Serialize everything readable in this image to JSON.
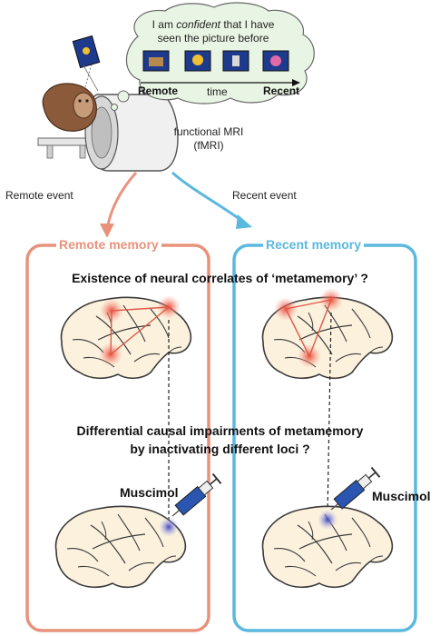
{
  "thought_bubble": {
    "line1_pre": "I am ",
    "line1_em": "confident",
    "line1_post": " that I have",
    "line2": "seen the picture before",
    "axis_left": "Remote",
    "axis_mid": "time",
    "axis_right": "Recent",
    "thumbnails": [
      "picture-1",
      "picture-2",
      "picture-3",
      "picture-4"
    ]
  },
  "scanner": {
    "label_line1": "functional MRI",
    "label_line2": "(fMRI)"
  },
  "events": {
    "remote": "Remote event",
    "recent": "Recent event"
  },
  "panels": {
    "remote_title": "Remote memory",
    "recent_title": "Recent memory",
    "remote_color": "#e8927c",
    "recent_color": "#5bb8de"
  },
  "questions": {
    "q1": "Existence of neural correlates of ‘metamemory’ ?",
    "q2_line1": "Differential causal impairments of metamemory",
    "q2_line2": "by inactivating different loci ?"
  },
  "drug": {
    "left": "Muscimol",
    "right": "Muscimol"
  },
  "colors": {
    "activation": "#ee5544",
    "inactivation": "#5a63c8",
    "syringe": "#2a55b0"
  }
}
